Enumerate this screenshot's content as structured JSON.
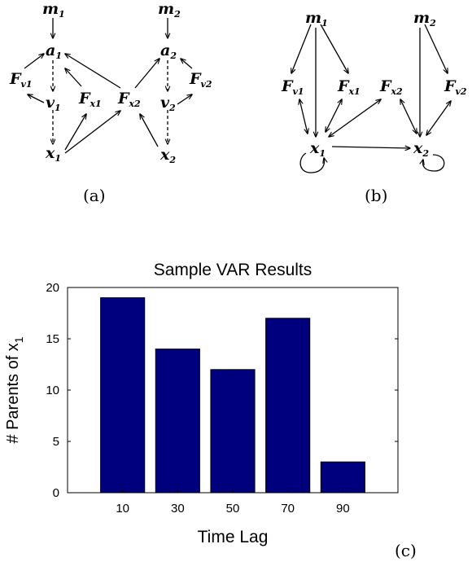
{
  "diagram_a": {
    "caption": "(a)",
    "nodes": {
      "m1": {
        "base": "m",
        "sub": "1"
      },
      "a1": {
        "base": "a",
        "sub": "1"
      },
      "v1": {
        "base": "v",
        "sub": "1"
      },
      "x1": {
        "base": "x",
        "sub": "1"
      },
      "fv1": {
        "base": "F",
        "sub": "v1"
      },
      "fx1": {
        "base": "F",
        "sub": "x1"
      },
      "fx2": {
        "base": "F",
        "sub": "x2"
      },
      "m2": {
        "base": "m",
        "sub": "2"
      },
      "a2": {
        "base": "a",
        "sub": "2"
      },
      "v2": {
        "base": "v",
        "sub": "2"
      },
      "x2": {
        "base": "x",
        "sub": "2"
      },
      "fv2": {
        "base": "F",
        "sub": "v2"
      }
    }
  },
  "diagram_b": {
    "caption": "(b)",
    "nodes": {
      "m1": {
        "base": "m",
        "sub": "1"
      },
      "m2": {
        "base": "m",
        "sub": "2"
      },
      "fv1": {
        "base": "F",
        "sub": "v1"
      },
      "fx1": {
        "base": "F",
        "sub": "x1"
      },
      "fx2": {
        "base": "F",
        "sub": "x2"
      },
      "fv2": {
        "base": "F",
        "sub": "v2"
      },
      "x1": {
        "base": "x",
        "sub": "1"
      },
      "x2": {
        "base": "x",
        "sub": "2"
      }
    }
  },
  "chart_caption": "(c)",
  "chart_data": {
    "type": "bar",
    "title": "Sample VAR Results",
    "xlabel": "Time Lag",
    "ylabel_main": "# Parents of x",
    "ylabel_sub": "1",
    "categories": [
      "10",
      "30",
      "50",
      "70",
      "90"
    ],
    "values": [
      19,
      14,
      12,
      17,
      3
    ],
    "ylim": [
      0,
      20
    ],
    "yticks": [
      "0",
      "5",
      "10",
      "15",
      "20"
    ],
    "grid": false,
    "bar_color": "#00007f"
  }
}
